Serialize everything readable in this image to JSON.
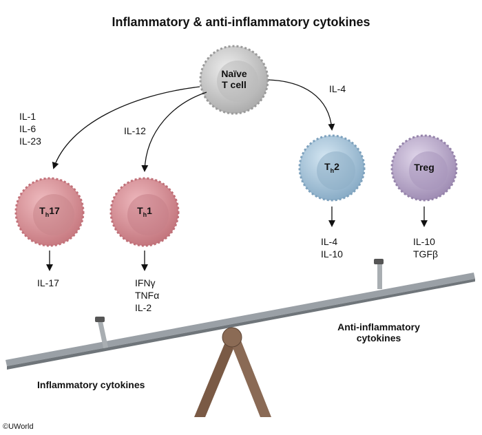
{
  "title": "Inflammatory & anti-inflammatory cytokines",
  "cells": {
    "naive": {
      "line1": "Naïve",
      "line2": "T cell",
      "color": "#c8c8c8"
    },
    "th17": {
      "main": "T",
      "sub": "h",
      "suffix": "17",
      "color": "#d98e93"
    },
    "th1": {
      "main": "T",
      "sub": "h",
      "suffix": "1",
      "color": "#d78a90"
    },
    "th2": {
      "main": "T",
      "sub": "h",
      "suffix": "2",
      "color": "#9fbfd6"
    },
    "treg": {
      "label": "Treg",
      "color": "#b6a6c6"
    }
  },
  "inducers": {
    "th17": [
      "IL-1",
      "IL-6",
      "IL-23"
    ],
    "th1": [
      "IL-12"
    ],
    "th2": [
      "IL-4"
    ]
  },
  "outputs": {
    "th17": [
      "IL-17"
    ],
    "th1": [
      "IFNγ",
      "TNFα",
      "IL-2"
    ],
    "th2": [
      "IL-4",
      "IL-10"
    ],
    "treg": [
      "IL-10",
      "TGFβ"
    ]
  },
  "seesaw": {
    "left_label": "Inflammatory cytokines",
    "right_label_line1": "Anti-inflammatory",
    "right_label_line2": "cytokines",
    "beam_color": "#9aa0a6",
    "stand_color": "#7a5a45"
  },
  "copyright": "©UWorld"
}
